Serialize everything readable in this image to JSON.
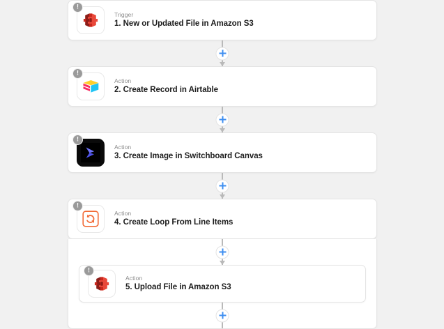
{
  "canvas": {
    "background": "#f1f1f1",
    "accent_blue": "#3d8ef0",
    "card_background": "#ffffff",
    "card_border": "#e4e4e4",
    "connector_color": "#b9b9b9",
    "badge_color": "#9a9a9a",
    "badge_symbol": "!"
  },
  "steps": [
    {
      "kind": "Trigger",
      "title": "1. New or Updated File in Amazon S3",
      "icon": "amazon-s3-icon",
      "badge": "!",
      "nested": false
    },
    {
      "kind": "Action",
      "title": "2. Create Record in Airtable",
      "icon": "airtable-icon",
      "badge": "!",
      "nested": false
    },
    {
      "kind": "Action",
      "title": "3. Create Image in Switchboard Canvas",
      "icon": "switchboard-canvas-icon",
      "badge": "!",
      "nested": false
    },
    {
      "kind": "Action",
      "title": "4. Create Loop From Line Items",
      "icon": "loop-icon",
      "badge": "!",
      "nested": false
    },
    {
      "kind": "Action",
      "title": "5. Upload File in Amazon S3",
      "icon": "amazon-s3-icon",
      "badge": "!",
      "nested": true
    }
  ],
  "connectors": [
    {
      "id": "add-step-1",
      "label": "+"
    },
    {
      "id": "add-step-2",
      "label": "+"
    },
    {
      "id": "add-step-3",
      "label": "+"
    },
    {
      "id": "add-step-loop-before",
      "label": "+"
    },
    {
      "id": "add-step-loop-after",
      "label": "+"
    }
  ]
}
